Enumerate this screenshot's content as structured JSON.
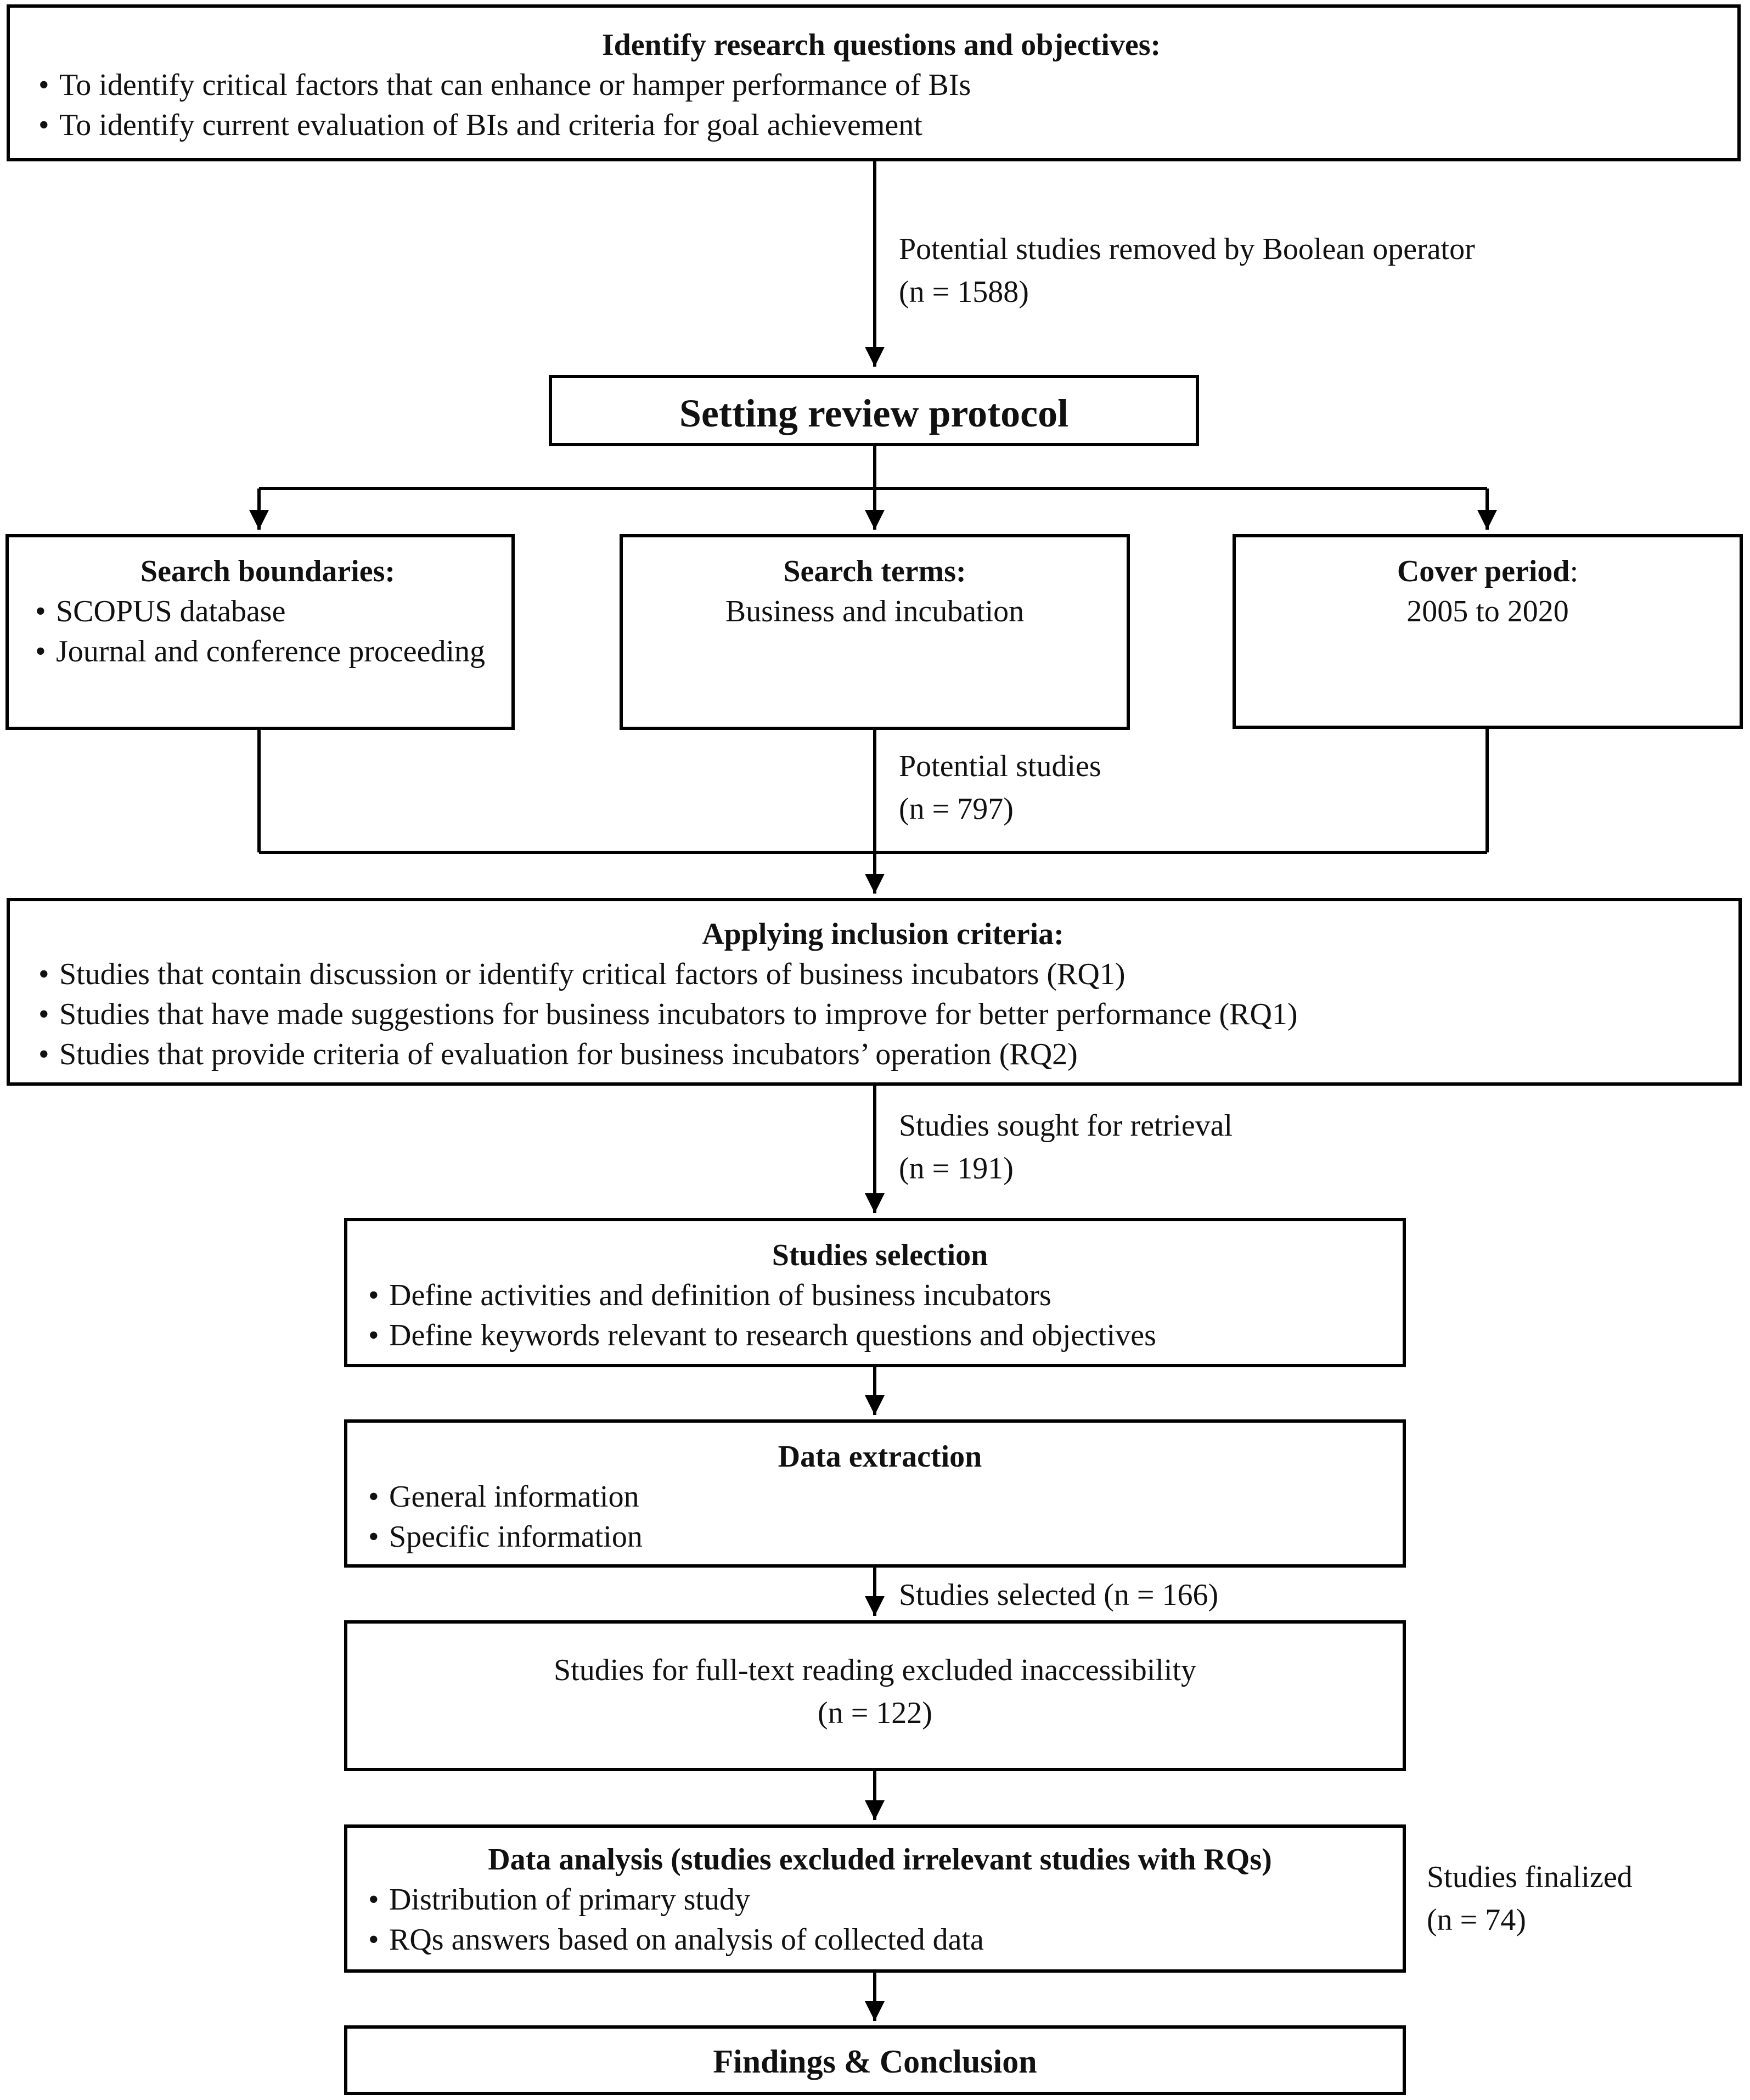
{
  "objectives": {
    "title": "Identify research questions and objectives:",
    "items": [
      "To identify critical factors that can enhance or hamper performance of BIs",
      "To identify current evaluation of BIs and criteria for goal achievement"
    ]
  },
  "boolean_note": {
    "text": "Potential studies removed by Boolean operator",
    "count": "(n = 1588)"
  },
  "protocol": {
    "title": "Setting review protocol"
  },
  "search_boundaries": {
    "title": "Search boundaries:",
    "items": [
      "SCOPUS database",
      "Journal and conference proceeding"
    ]
  },
  "search_terms": {
    "title": "Search terms:",
    "text": "Business and incubation"
  },
  "cover_period": {
    "title": "Cover period",
    "suffix": ":",
    "text": "2005 to 2020"
  },
  "potential_note": {
    "text": "Potential studies",
    "count": "(n = 797)"
  },
  "inclusion": {
    "title": "Applying inclusion criteria:",
    "items": [
      "Studies that contain discussion or identify critical factors of business incubators (RQ1)",
      "Studies that have made suggestions for business incubators to improve for better performance (RQ1)",
      "Studies that provide criteria of evaluation for business incubators’ operation (RQ2)"
    ]
  },
  "retrieval_note": {
    "text": "Studies sought for retrieval",
    "count": "(n = 191)"
  },
  "selection": {
    "title": "Studies selection",
    "items": [
      "Define activities and definition of business incubators",
      "Define keywords relevant to research questions and objectives"
    ]
  },
  "extraction": {
    "title": "Data extraction",
    "items": [
      "General information",
      "Specific information"
    ]
  },
  "selected_note": {
    "text": "Studies selected (n = 166)"
  },
  "fulltext": {
    "text": "Studies for full-text reading excluded inaccessibility",
    "count": "(n = 122)"
  },
  "analysis": {
    "title": "Data analysis (studies excluded irrelevant studies with RQs)",
    "items": [
      "Distribution of primary study",
      "RQs answers based on analysis of collected data"
    ]
  },
  "finalized_note": {
    "text": "Studies finalized",
    "count": "(n = 74)"
  },
  "findings": {
    "title": "Findings & Conclusion"
  }
}
